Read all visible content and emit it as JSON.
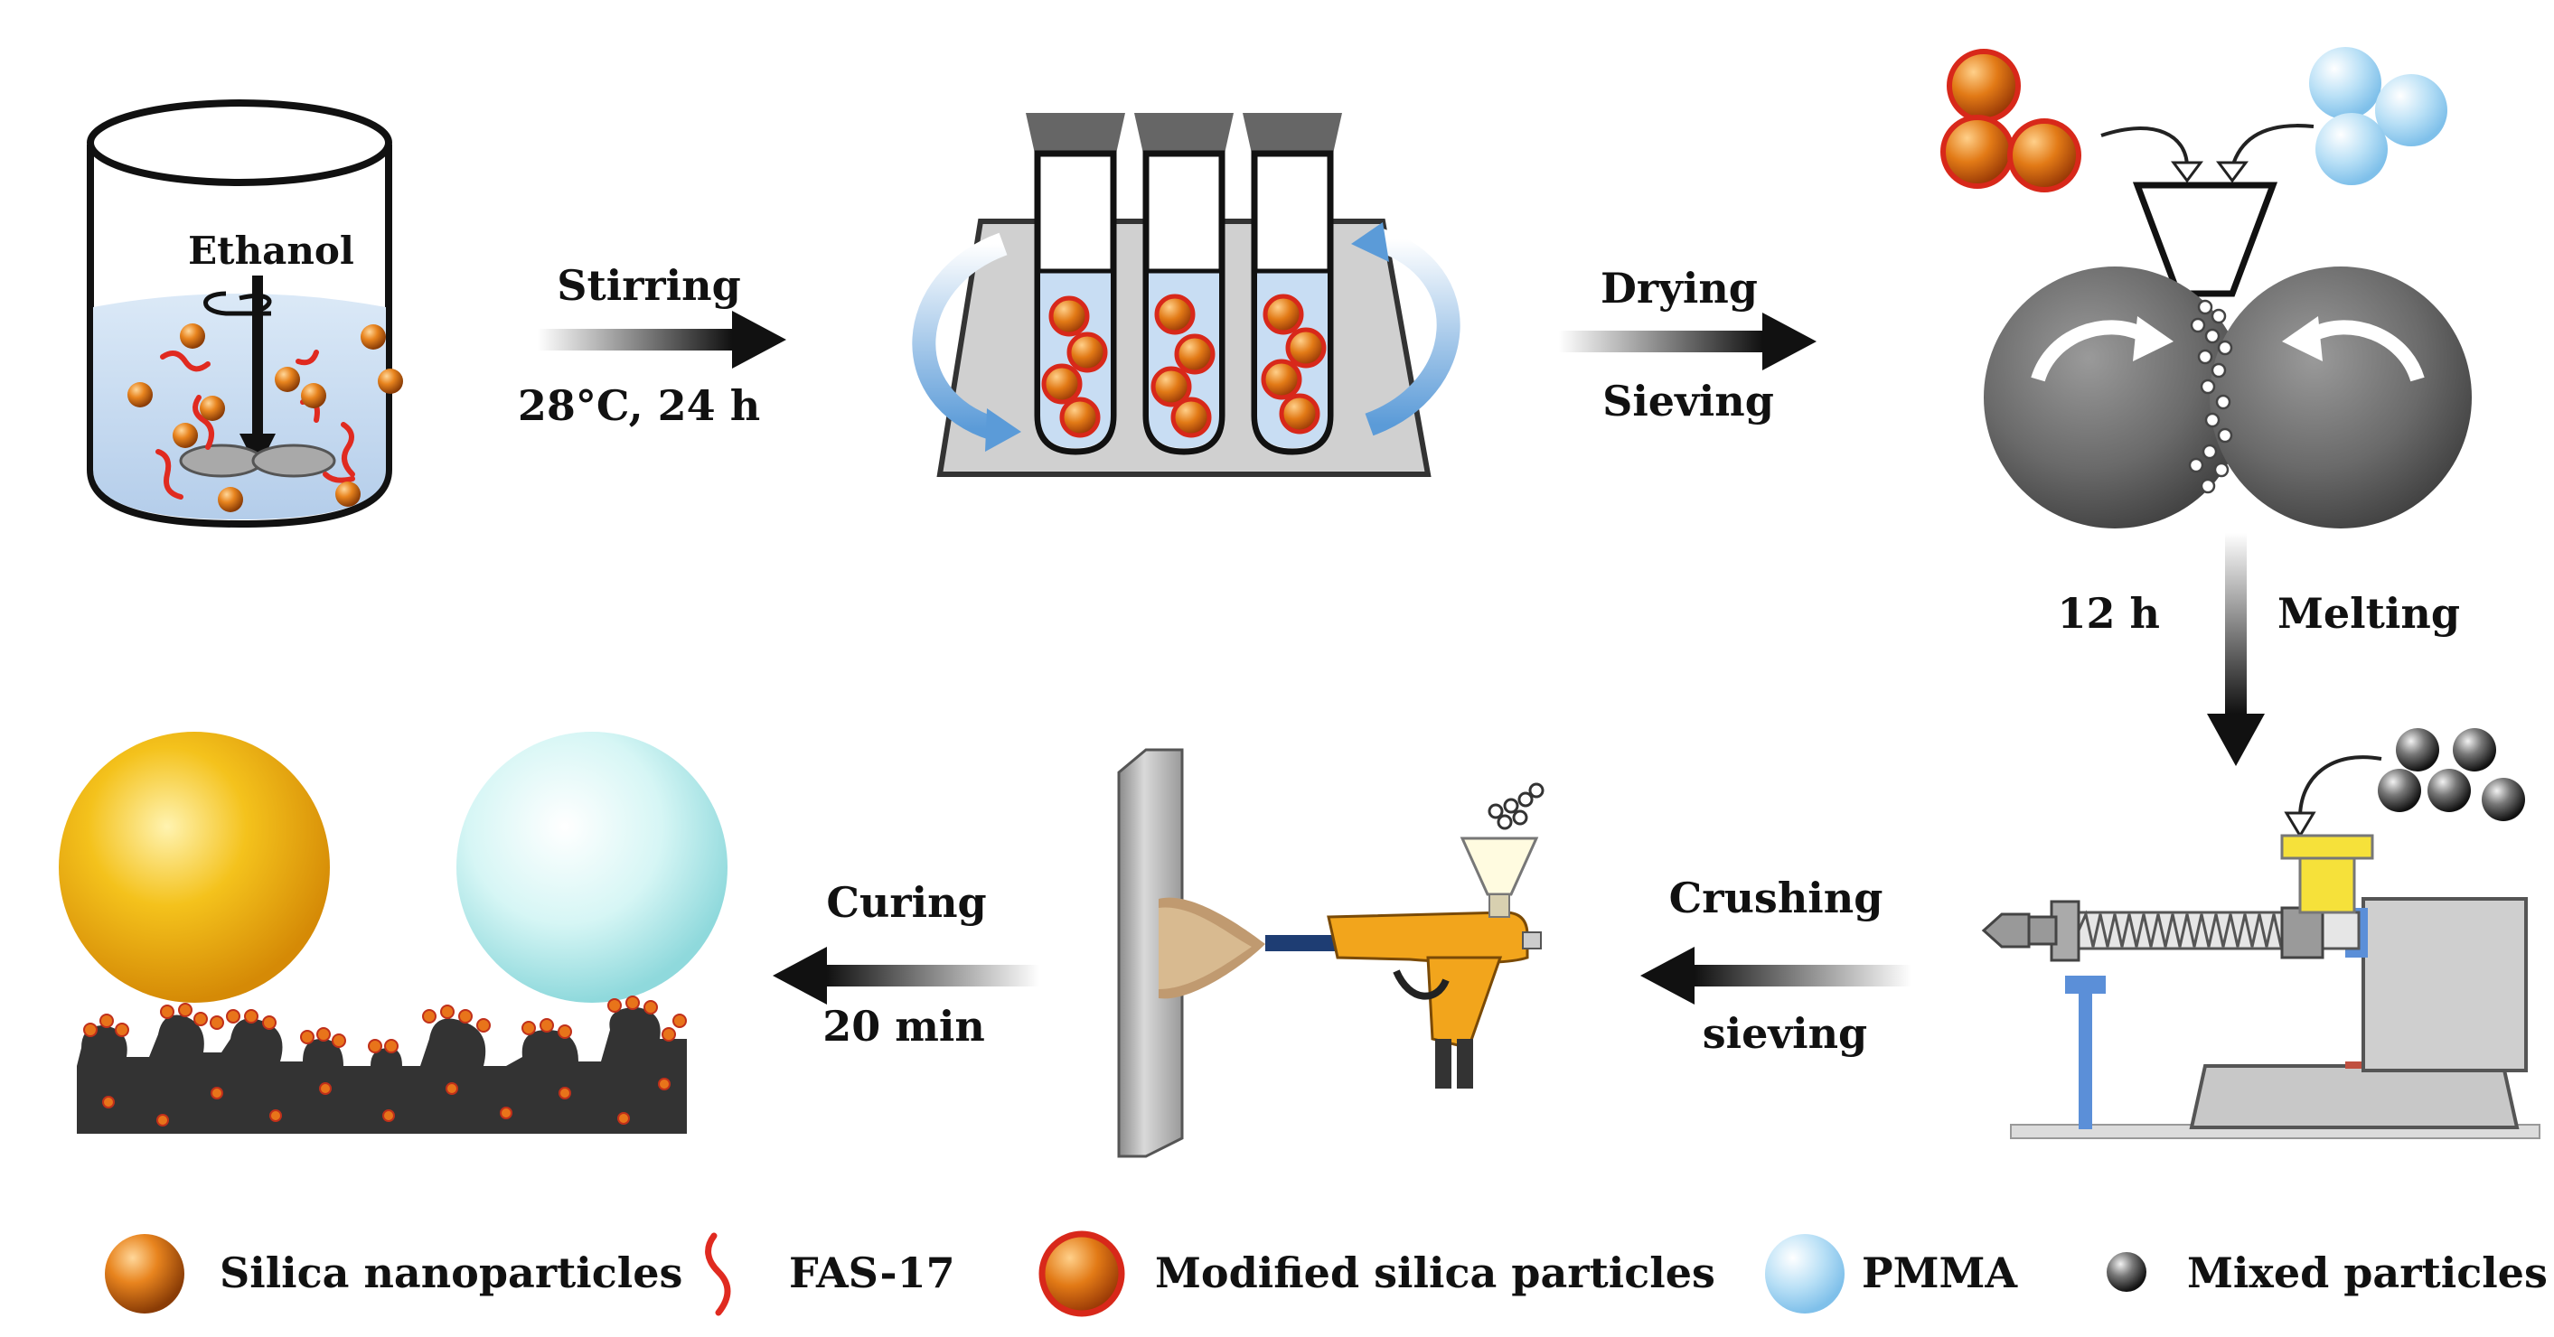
{
  "steps": {
    "beaker_label": "Ethanol",
    "stirring": "Stirring",
    "stirring_conditions": "28°C, 24 h",
    "drying": "Drying",
    "sieving": "Sieving",
    "melting_time": "12 h",
    "melting": "Melting",
    "crushing": "Crushing",
    "crushing_sieving": "sieving",
    "curing": "Curing",
    "curing_time": "20 min"
  },
  "legend": [
    {
      "label": "Silica nanoparticles",
      "icon": "silica-nanoparticle-icon"
    },
    {
      "label": "FAS-17",
      "icon": "fas17-chain-icon"
    },
    {
      "label": "Modified silica particles",
      "icon": "modified-silica-particle-icon"
    },
    {
      "label": "PMMA",
      "icon": "pmma-particle-icon"
    },
    {
      "label": "Mixed particles",
      "icon": "mixed-particle-icon"
    }
  ],
  "colors": {
    "silica": "#e07a1a",
    "modified_rim": "#d8281a",
    "pmma": "#a9d6f2",
    "fas17": "#e02a20",
    "steel": "#6e6e6e",
    "spray_gun": "#f2a51c",
    "yellow_droplet": "#f0b81a",
    "cyan_droplet": "#bfeff0",
    "coating": "#2e2e2e"
  }
}
